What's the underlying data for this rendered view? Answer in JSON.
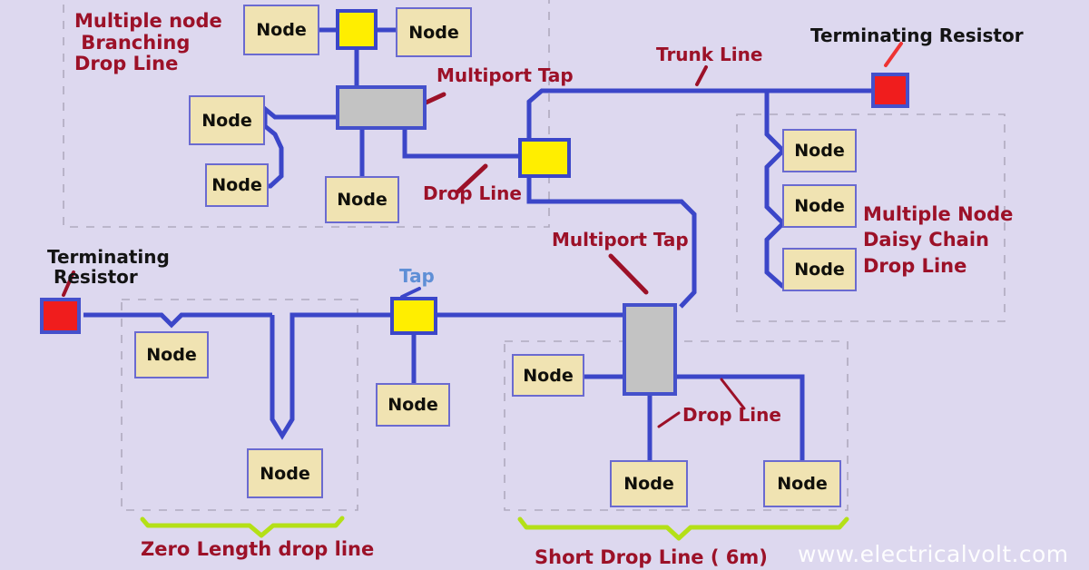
{
  "page": {
    "background": "#ddd8ef",
    "watermark": "www.electricalvolt.com"
  },
  "colors": {
    "line": "#3b46c8",
    "node_fill": "#f0e3b2",
    "node_border": "#6a6ad0",
    "tap_fill": "#ffee00",
    "multiport_fill": "#c3c3c3",
    "terminator_fill": "#f01d1d",
    "label_red": "#9c1128",
    "label_dark": "#141414",
    "label_blue": "#5f8fd6",
    "brace": "#b4e017",
    "region_dash": "#b0aabf"
  },
  "labels": {
    "multiple_node_branching_drop_line": "Multiple node\n Branching\nDrop Line",
    "multiport_tap_top": "Multiport Tap",
    "drop_line_top": "Drop Line",
    "trunk_line": "Trunk Line",
    "terminating_resistor_top": "Terminating Resistor",
    "multiple_node_daisy_chain": "Multiple Node\nDaisy Chain\nDrop Line",
    "multiport_tap_mid": "Multiport Tap",
    "terminating_resistor_left": "Terminating\n Resistor",
    "tap": "Tap",
    "drop_line_bottom": "Drop Line",
    "zero_length_drop_line": "Zero Length drop line",
    "short_drop_line": "Short Drop Line ( 6m)"
  },
  "nodes": [
    {
      "id": "n-top-left",
      "label": "Node"
    },
    {
      "id": "n-top-right",
      "label": "Node"
    },
    {
      "id": "n-mid-left-upper",
      "label": "Node"
    },
    {
      "id": "n-mid-left-lower",
      "label": "Node"
    },
    {
      "id": "n-below-multiport",
      "label": "Node"
    },
    {
      "id": "n-daisy-1",
      "label": "Node"
    },
    {
      "id": "n-daisy-2",
      "label": "Node"
    },
    {
      "id": "n-daisy-3",
      "label": "Node"
    },
    {
      "id": "n-zero-upper",
      "label": "Node"
    },
    {
      "id": "n-zero-lower",
      "label": "Node"
    },
    {
      "id": "n-under-tap",
      "label": "Node"
    },
    {
      "id": "n-short-left",
      "label": "Node"
    },
    {
      "id": "n-short-mid",
      "label": "Node"
    },
    {
      "id": "n-short-right",
      "label": "Node"
    }
  ],
  "devices": [
    {
      "id": "tap-top",
      "type": "tap",
      "label": ""
    },
    {
      "id": "tap-mid",
      "type": "tap",
      "label": ""
    },
    {
      "id": "tap-bottom",
      "type": "tap",
      "label": ""
    },
    {
      "id": "multiport-top",
      "type": "multiport",
      "label": ""
    },
    {
      "id": "multiport-mid",
      "type": "multiport",
      "label": ""
    },
    {
      "id": "terminator-top-right",
      "type": "terminator",
      "label": ""
    },
    {
      "id": "terminator-left",
      "type": "terminator",
      "label": ""
    }
  ]
}
